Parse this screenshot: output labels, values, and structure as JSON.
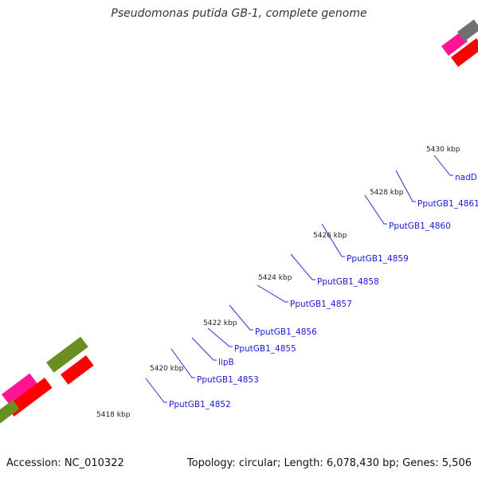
{
  "title": "Pseudomonas putida GB-1, complete genome",
  "footer": {
    "accession": "Accession: NC_010322",
    "summary": "Topology: circular; Length: 6,078,430 bp; Genes: 5,506"
  },
  "colors": {
    "backbone": "#808080",
    "forward_cds": "#0000ee",
    "reverse_cds": "#6b8e23",
    "pink": "#ff1493",
    "red": "#ff0000",
    "gray_feature": "#707070",
    "steelblue_feature": "#4a7ab8",
    "khaki_feature": "#f0e68c",
    "teal_feature": "#00fa9a",
    "tick_major": "#2e8b2e",
    "tick_minor": "#2e8b2e"
  },
  "kbp_ticks": [
    "5418 kbp",
    "5420 kbp",
    "5422 kbp",
    "5424 kbp",
    "5426 kbp",
    "5428 kbp",
    "5430 kbp"
  ],
  "gene_labels": [
    "PputGB1_4852",
    "PputGB1_4853",
    "lipB",
    "PputGB1_4855",
    "PputGB1_4856",
    "PputGB1_4857",
    "PputGB1_4858",
    "PputGB1_4859",
    "PputGB1_4860",
    "PputGB1_4861",
    "nadD"
  ]
}
